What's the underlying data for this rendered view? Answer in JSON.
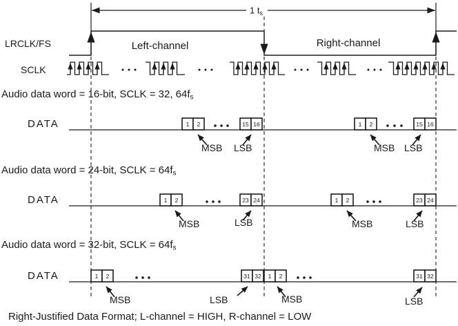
{
  "diagram": {
    "colors": {
      "ink": "#1a1a1a",
      "background": "#ffffff"
    },
    "period_label": "1 t",
    "period_sub": "s",
    "signals": {
      "lrclk": "LRCLK/FS",
      "sclk": "SCLK"
    },
    "channels": {
      "left": "Left-channel",
      "right": "Right-channel"
    },
    "labels": {
      "data": "DATA",
      "msb": "MSB",
      "lsb": "LSB"
    },
    "rows": [
      {
        "title": "Audio data word = 16-bit, SCLK = 32, 64f",
        "title_sub": "s",
        "bits": [
          "1",
          "2",
          "15",
          "16"
        ]
      },
      {
        "title": "Audio data word = 24-bit, SCLK = 64f",
        "title_sub": "s",
        "bits": [
          "1",
          "2",
          "23",
          "24"
        ]
      },
      {
        "title": "Audio data word = 32-bit, SCLK = 64f",
        "title_sub": "s",
        "bits": [
          "1",
          "2",
          "31",
          "32"
        ]
      }
    ],
    "caption": "Right-Justified Data Format; L-channel = HIGH, R-channel = LOW"
  }
}
